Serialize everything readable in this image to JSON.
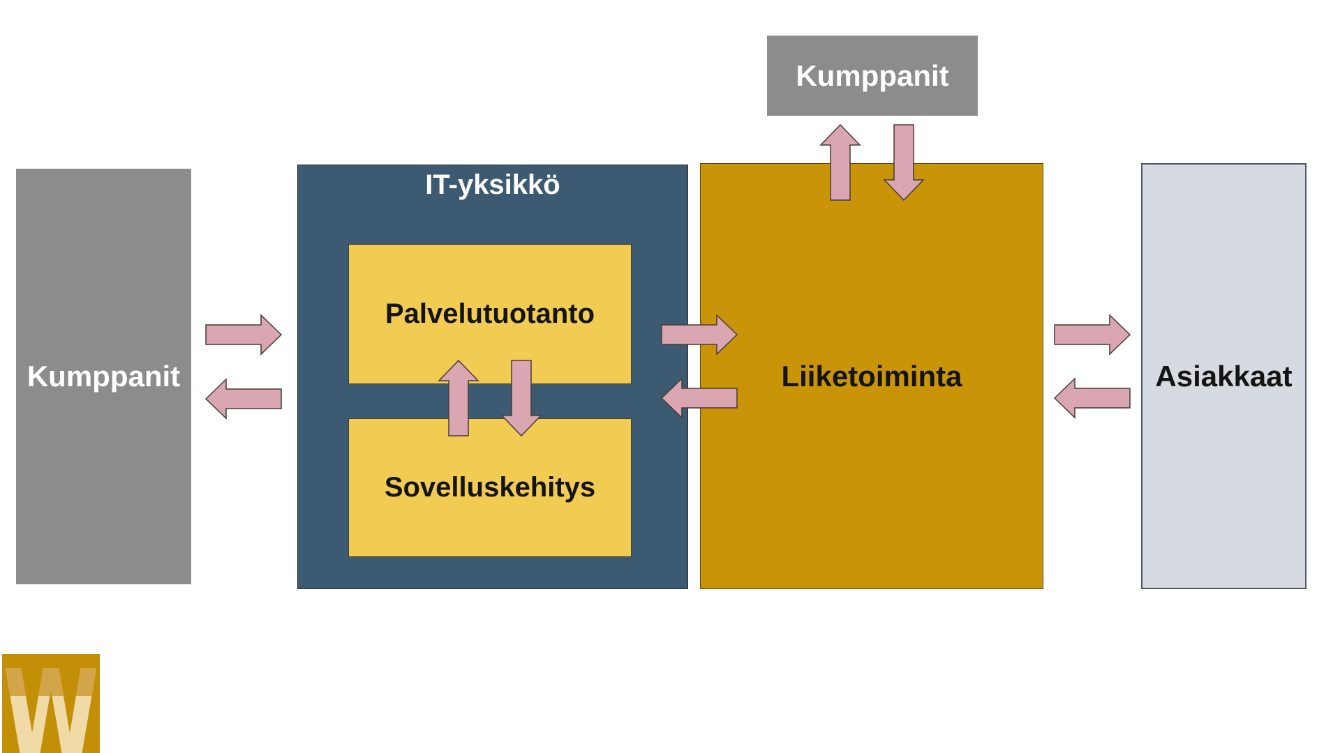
{
  "diagram": {
    "boxes": {
      "partners_left": {
        "label": "Kumppanit",
        "color": "#8C8C8C",
        "text_color": "#FFFFFF"
      },
      "partners_top": {
        "label": "Kumppanit",
        "color": "#8C8C8C",
        "text_color": "#FFFFFF"
      },
      "it_unit": {
        "label": "IT-yksikkö",
        "color": "#3C5A72",
        "text_color": "#FFFFFF"
      },
      "service_production": {
        "label": "Palvelutuotanto",
        "color": "#F2CB52",
        "text_color": "#141414"
      },
      "application_development": {
        "label": "Sovelluskehitys",
        "color": "#F2CB52",
        "text_color": "#141414"
      },
      "business": {
        "label": "Liiketoiminta",
        "color": "#C99408",
        "text_color": "#141414"
      },
      "customers": {
        "label": "Asiakkaat",
        "color": "#D6DBE2",
        "text_color": "#141414"
      }
    },
    "arrows": {
      "fill_color": "#D9A6B1",
      "outline_color": "#453C35",
      "items": [
        {
          "name": "partners-left-to-it-unit",
          "direction": "right"
        },
        {
          "name": "it-unit-to-partners-left",
          "direction": "left"
        },
        {
          "name": "it-unit-to-business",
          "direction": "right"
        },
        {
          "name": "business-to-it-unit",
          "direction": "left"
        },
        {
          "name": "business-to-customers",
          "direction": "right"
        },
        {
          "name": "customers-to-business",
          "direction": "left"
        },
        {
          "name": "business-to-partners-top",
          "direction": "up"
        },
        {
          "name": "partners-top-to-business",
          "direction": "down"
        },
        {
          "name": "application-development-to-service-production",
          "direction": "up"
        },
        {
          "name": "service-production-to-application-development",
          "direction": "down"
        }
      ]
    },
    "logo": {
      "letter": "W",
      "background": "#C38F06",
      "letter_color": "#F0DAA6",
      "shade_color": "#D2A54A"
    }
  }
}
